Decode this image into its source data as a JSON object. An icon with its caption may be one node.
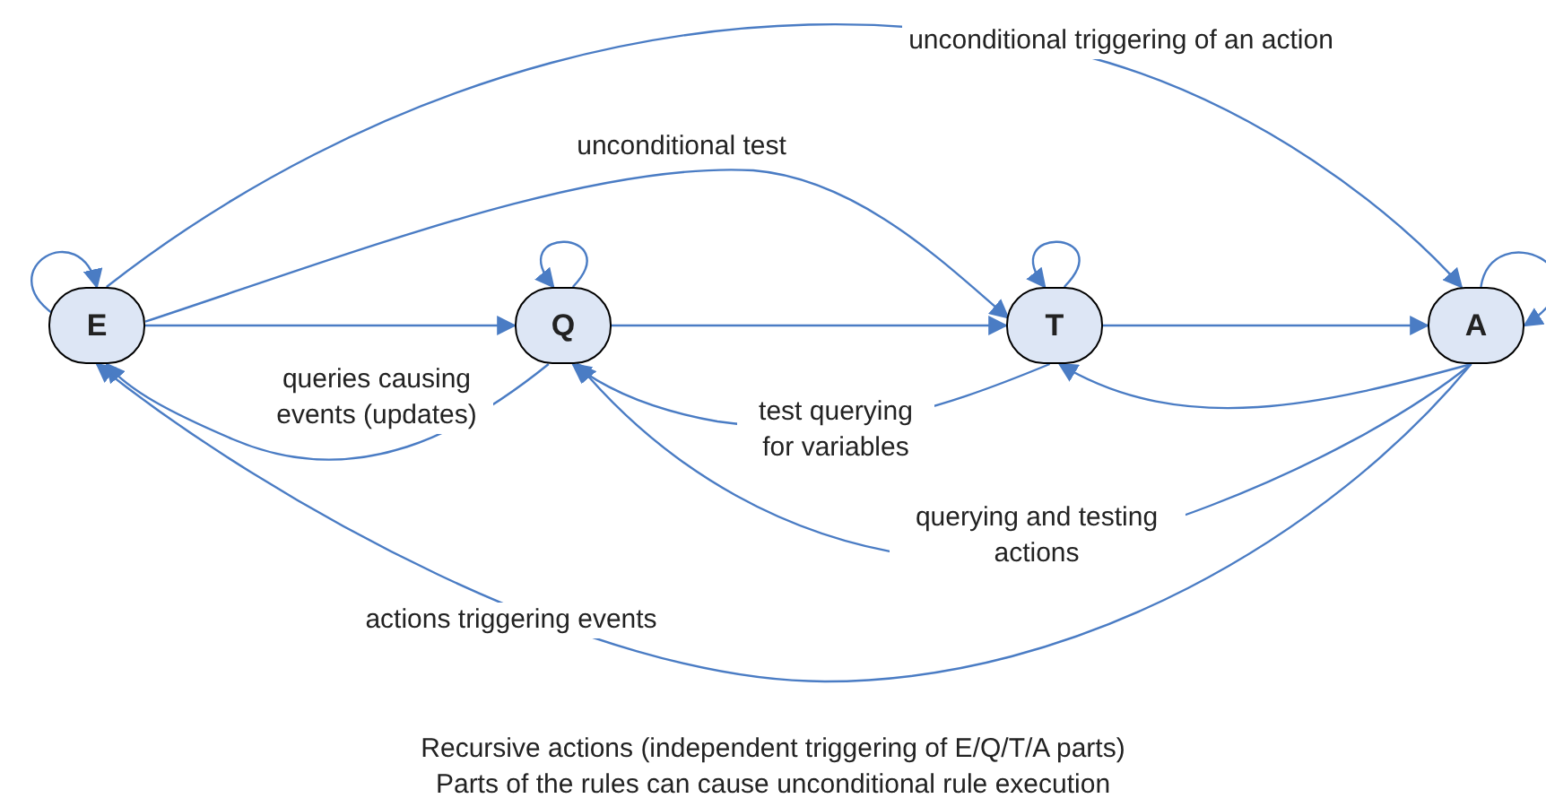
{
  "diagram": {
    "nodes": [
      {
        "text": [
          "E"
        ]
      },
      {
        "text": [
          "Q"
        ]
      },
      {
        "text": [
          "T"
        ]
      },
      {
        "text": [
          "A"
        ]
      }
    ],
    "edges": [
      {
        "from": 0,
        "to": 0,
        "arrow": "to"
      },
      {
        "from": 1,
        "to": 1,
        "arrow": "to"
      },
      {
        "from": 2,
        "to": 2,
        "arrow": "to"
      },
      {
        "from": 3,
        "to": 3,
        "arrow": "to"
      },
      {
        "from": 0,
        "to": 1,
        "arrow": "to"
      },
      {
        "from": 1,
        "to": 2,
        "arrow": "to"
      },
      {
        "from": 2,
        "to": 3,
        "arrow": "to"
      },
      {
        "from": 0,
        "to": 2,
        "arrow": "to",
        "label": "unconditional test"
      },
      {
        "from": 0,
        "to": 3,
        "arrow": "to",
        "label": "unconditional triggering of an action"
      },
      {
        "from": 1,
        "to": 0,
        "arrow": "to",
        "label": "queries causing events (updates)"
      },
      {
        "from": 2,
        "to": 1,
        "arrow": "to",
        "label": "test querying for variables"
      },
      {
        "from": 3,
        "to": 2,
        "arrow": "to"
      },
      {
        "from": 3,
        "to": 1,
        "arrow": "to",
        "label": "querying and testing actions"
      },
      {
        "from": 3,
        "to": 0,
        "arrow": "to",
        "label": "actions triggering events"
      }
    ],
    "labels": [
      "Recursive actions (independent triggering of E/Q/T/A parts)",
      "Parts of the rules can cause unconditional rule execution"
    ]
  }
}
